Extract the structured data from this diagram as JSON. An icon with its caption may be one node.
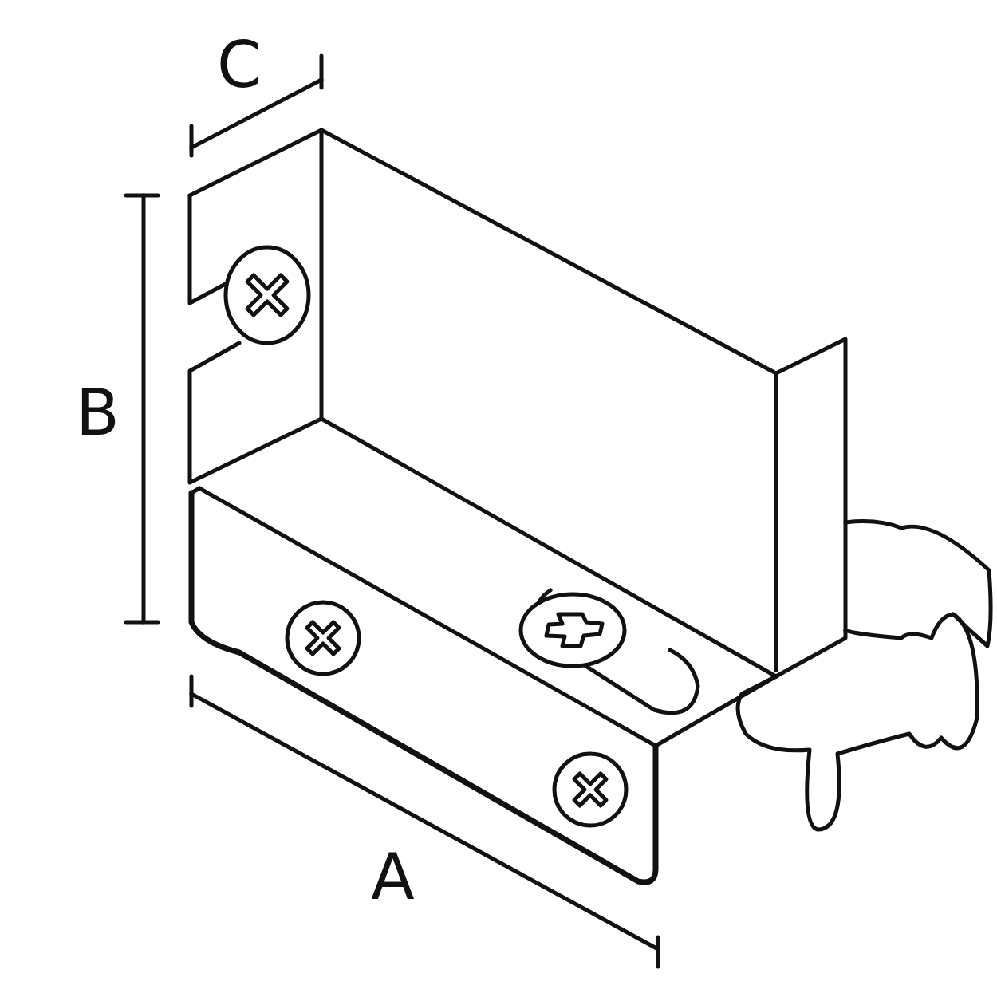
{
  "diagram": {
    "labels": [
      "C",
      "B",
      "A"
    ]
  }
}
